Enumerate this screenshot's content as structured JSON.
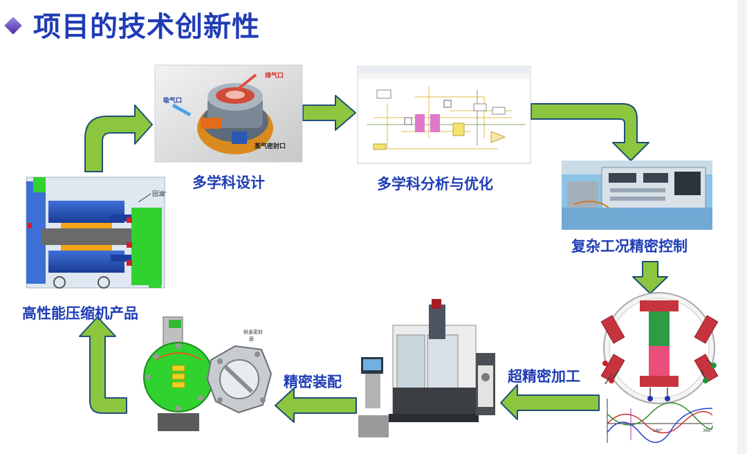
{
  "title": "项目的技术创新性",
  "steps": {
    "design": "多学科设计",
    "analysis": "多学科分析与优化",
    "control": "复杂工况精密控制",
    "machining": "超精密加工",
    "assembly": "精密装配",
    "product": "高性能压缩机产品"
  },
  "callouts": {
    "exhaust": "排气口",
    "intake": "吸气口",
    "steam_seal": "蒸气密封口",
    "oil_return": "回油'",
    "seal": "斜盖密封",
    "seal_2": "面",
    "angle_a": "180°",
    "angle_b": "360°"
  },
  "colors": {
    "arrow_fill": "#8cc63f",
    "arrow_stroke": "#1f4e79",
    "label": "#1f3cb5"
  }
}
